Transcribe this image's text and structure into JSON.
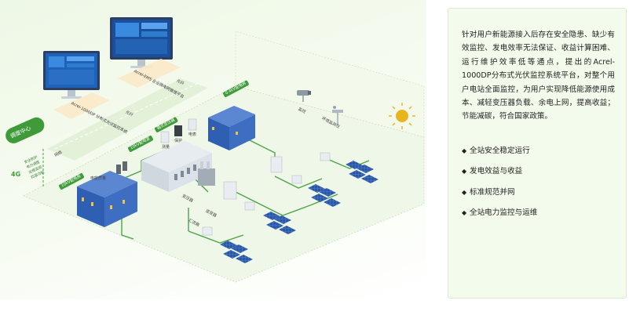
{
  "diagram": {
    "monitor_left_caption": "Acrel-1000DP 分布式光伏监控系统",
    "monitor_right_caption": "Acrel-EMS 企业微电网管理平台",
    "network_left": "光纤",
    "network_right": "光纤",
    "network_sub": "网络",
    "dispatch_center": "调度中心",
    "dispatch_items": [
      "安全防护",
      "电力调度",
      "远程监视",
      "四遥功能"
    ],
    "signal_label": "4G",
    "tags": {
      "substation_10kv": "10kV配电房",
      "cabinet_10kv_left": "10kV配电室",
      "cabinet_04kv": "0.4kV配电房",
      "box_transformer": "箱式变压器"
    },
    "device_labels": {
      "measure": "测量",
      "transformer": "变压器",
      "inverter": "逆变器",
      "combiner": "汇流箱",
      "camera": "监控",
      "weather": "环境监测仪",
      "protection": "保护",
      "meter": "电表",
      "quality": "电能质量"
    },
    "colors": {
      "accent": "#3f9b3a",
      "panel": "#2a58a8",
      "cabinet": "#2f5fb3",
      "sun": "#e9b51f"
    }
  },
  "info": {
    "description": "针对用户新能源接入后存在安全隐患、缺少有效监控、发电效率无法保证、收益计算困难、运行维护效率低等通点，提出的Acrel-1000DP分布式光伏监控系统平台，对整个用户电站全面监控，为用户实现降低能源使用成本、减轻变压器负载、余电上网，提高收益；节能减碳，符合国家政策。",
    "features": [
      {
        "icon": "diamond-bullet-icon",
        "label": "全站安全稳定运行"
      },
      {
        "icon": "diamond-bullet-icon",
        "label": "发电效益与收益"
      },
      {
        "icon": "diamond-bullet-icon",
        "label": "标准规范并网"
      },
      {
        "icon": "diamond-bullet-icon",
        "label": "全站电力监控与运维"
      }
    ]
  }
}
